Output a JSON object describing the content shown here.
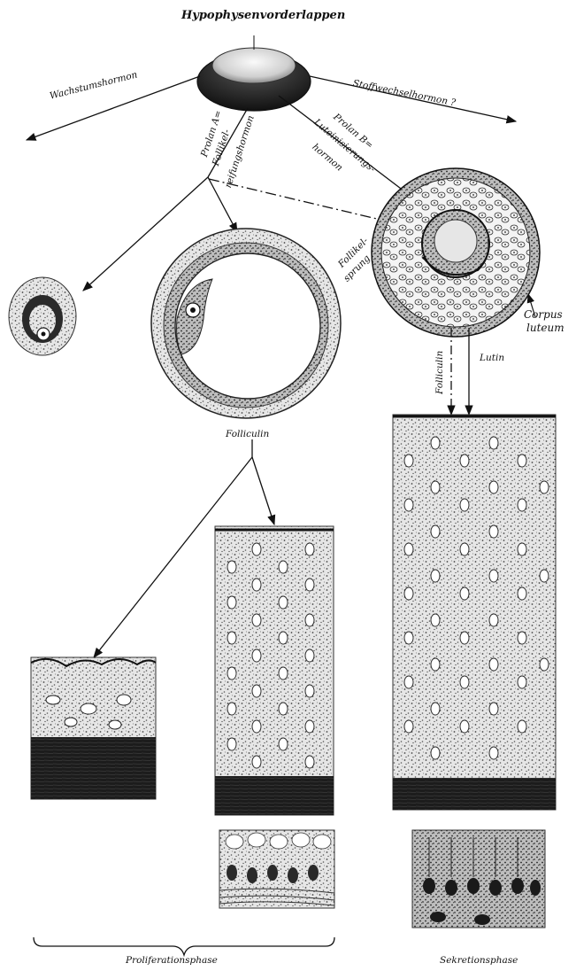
{
  "labels": {
    "title": "Hypophysenvorderlappen",
    "left_arrow": "Wachstumshormon",
    "right_arrow": "Stoffwechselhormon ?",
    "prolan_a_1": "Prolan A=",
    "prolan_a_2": "Follikel-",
    "prolan_a_3": "reifungshormon",
    "prolan_b_1": "Prolan B=",
    "prolan_b_2": "Luteinisierungs-",
    "prolan_b_3": "hormon",
    "follikelsprung_1": "Follikel-",
    "follikelsprung_2": "sprung",
    "corpus_1": "Corpus",
    "corpus_2": "luteum",
    "folliculin_vertical": "Folliculin",
    "lutin": "Lutin",
    "folliculin_center": "Folliculin",
    "proliferation": "Proliferationsphase",
    "sekretion": "Sekretionsphase"
  },
  "colors": {
    "ink": "#111111",
    "tissue_light": "#d9d9d9",
    "tissue_dark": "#2a2a2a",
    "paper": "#ffffff"
  }
}
